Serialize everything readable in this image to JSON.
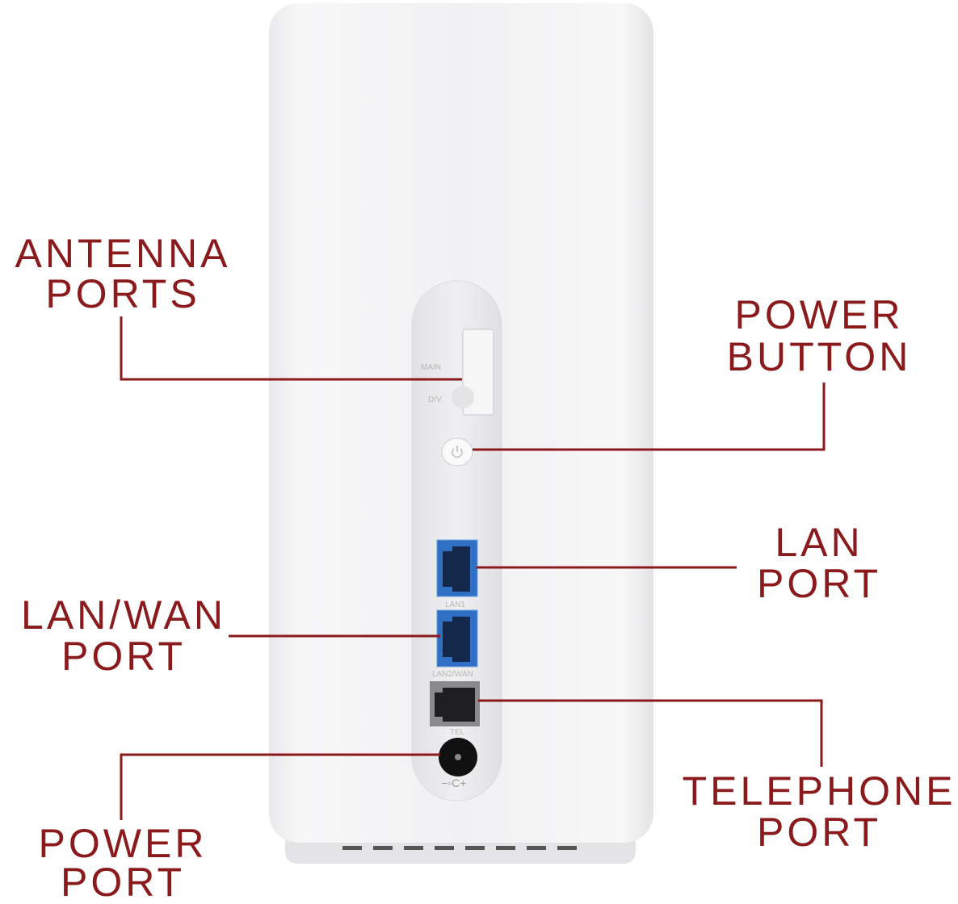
{
  "device_labels": {
    "main": "MAIN",
    "div": "DIV",
    "lan1": "LAN1",
    "lan2_wan": "LAN2/WAN",
    "tel": "TEL",
    "dc_polarity": "−◦C+"
  },
  "callouts": {
    "antenna_ports": [
      "ANTENNA",
      "PORTS"
    ],
    "power_button": [
      "POWER",
      "BUTTON"
    ],
    "lan_port": [
      "LAN",
      "PORT"
    ],
    "lan_wan_port": [
      "LAN/WAN",
      "PORT"
    ],
    "telephone_port": [
      "TELEPHONE",
      "PORT"
    ],
    "power_port": [
      "POWER",
      "PORT"
    ]
  },
  "colors": {
    "callout": "#8b1a1d",
    "ethernet_port": "#2f6fc4",
    "device_body": "#f4f4f5"
  }
}
